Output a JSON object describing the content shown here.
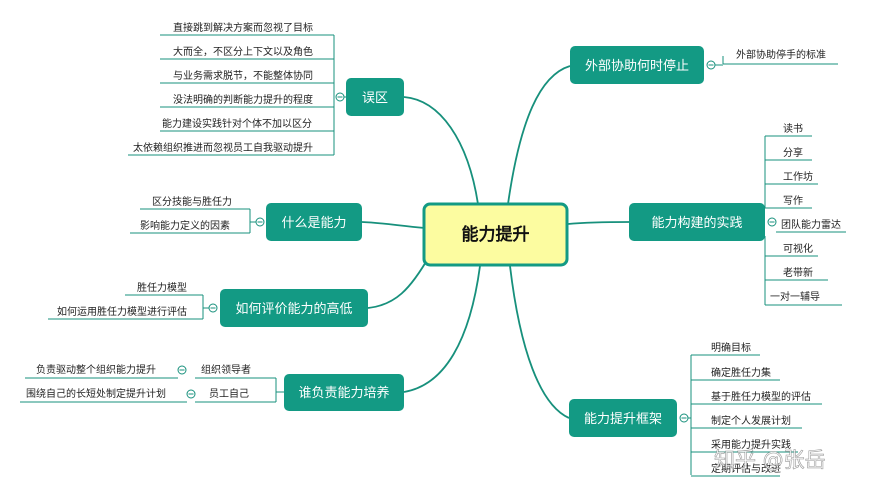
{
  "center": "能力提升",
  "branches": {
    "wuqu": {
      "label": "误区",
      "items": [
        "直接跳到解决方案而忽视了目标",
        "大而全，不区分上下文以及角色",
        "与业务需求脱节，不能整体协同",
        "没法明确的判断能力提升的程度",
        "能力建设实践针对个体不加以区分",
        "太依赖组织推进而忽视员工自我驱动提升"
      ]
    },
    "shenme": {
      "label": "什么是能力",
      "items": [
        "区分技能与胜任力",
        "影响能力定义的因素"
      ]
    },
    "pingjia": {
      "label": "如何评价能力的高低",
      "items": [
        "胜任力模型",
        "如何运用胜任力模型进行评估"
      ]
    },
    "shei": {
      "label": "谁负责能力培养",
      "sub": [
        {
          "label": "组织领导者",
          "items": [
            "负责驱动整个组织能力提升"
          ]
        },
        {
          "label": "员工自己",
          "items": [
            "围绕自己的长短处制定提升计划"
          ]
        }
      ]
    },
    "waibu": {
      "label": "外部协助何时停止",
      "items": [
        "外部协助停手的标准"
      ]
    },
    "goujian": {
      "label": "能力构建的实践",
      "items": [
        "读书",
        "分享",
        "工作坊",
        "写作",
        "团队能力雷达",
        "可视化",
        "老带新",
        "一对一辅导"
      ]
    },
    "kuangjia": {
      "label": "能力提升框架",
      "items": [
        "明确目标",
        "确定胜任力集",
        "基于胜任力模型的评估",
        "制定个人发展计划",
        "采用能力提升实践",
        "定期评估与改进"
      ]
    }
  },
  "watermark": "知乎 @张岳",
  "colors": {
    "branch_fill": "#139a84",
    "center_fill": "#fcfca0",
    "center_stroke": "#139a84",
    "line": "#17907c"
  }
}
